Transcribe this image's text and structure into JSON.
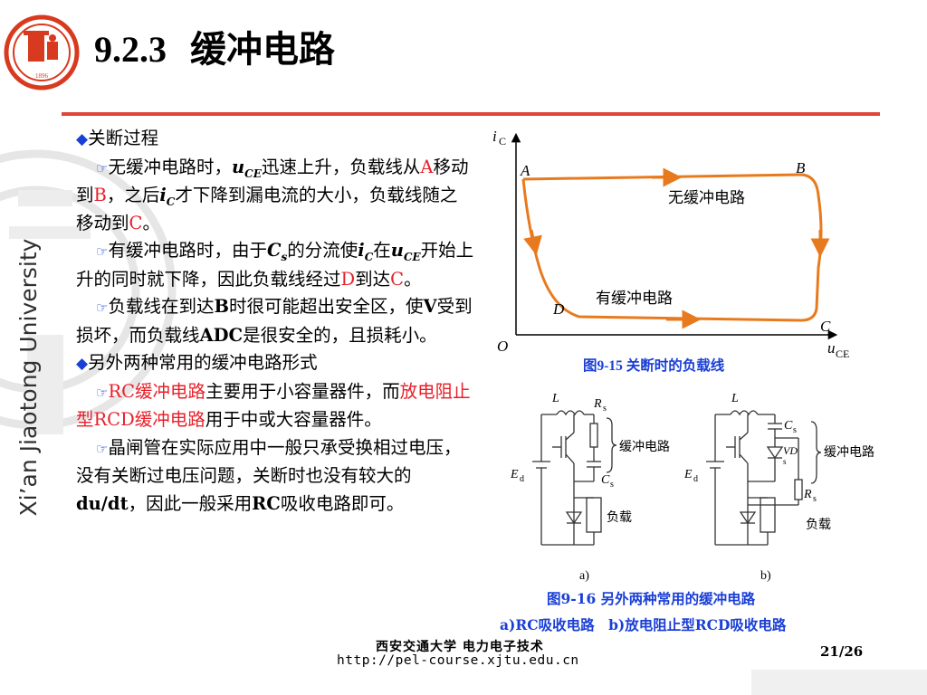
{
  "slide": {
    "title_num": "9.2.3",
    "title_text": "缓冲电路",
    "side_text": "Xi’an Jiaotong University",
    "logo_year": "1896",
    "page": "21/26",
    "footer_org": "西安交通大学 电力电子技术",
    "footer_url": "http://pel-course.xjtu.edu.cn"
  },
  "content": {
    "s1_title": "关断过程",
    "p1": {
      "a": "无缓冲电路时，",
      "b": "u",
      "c": "CE",
      "d": "迅速上升，负载线从",
      "e": "A",
      "f": "移动到",
      "g": "B",
      "h": "，之后",
      "i": "i",
      "j": "C",
      "k": "才下降到漏电流的大小，负载线随之移动到",
      "l": "C",
      "m": "。"
    },
    "p2": {
      "a": "有缓冲电路时，由于",
      "b": "C",
      "c": "s",
      "d": "的分流使",
      "e": "i",
      "f": "C",
      "g": "在",
      "h": "u",
      "i": "CE",
      "j": "开始上升的同时就下降，因此负载线经过",
      "k": "D",
      "l": "到达",
      "m": "C",
      "n": "。"
    },
    "p3": {
      "a": "负载线在到达",
      "b": "B",
      "c": "时很可能超出安全区，使",
      "d": "V",
      "e": "受到损坏，而负载线",
      "f": "ADC",
      "g": "是很安全的，且损耗小。"
    },
    "s2_title": "另外两种常用的缓冲电路形式",
    "p4": {
      "a": "RC缓冲电路",
      "b": "主要用于小容量器件，而",
      "c": "放电阻止型RCD缓冲电路",
      "d": "用于中或大容量器件。"
    },
    "p5": {
      "a": "晶闸管在实际应用中一般只承受换相过电压，没有关断过电压问题，关断时也没有较大的",
      "b": "du/dt",
      "c": "，因此一般采用",
      "d": "RC",
      "e": "吸收电路即可。"
    }
  },
  "fig1": {
    "y_axis": "i",
    "y_sub": "C",
    "x_axis": "u",
    "x_sub": "CE",
    "origin": "O",
    "A": "A",
    "B": "B",
    "C": "C",
    "D": "D",
    "no_snubber": "无缓冲电路",
    "with_snubber": "有缓冲电路",
    "caption": "图9-15 关断时的负载线",
    "colors": {
      "curve": "#e87a1e",
      "caption": "#1a3fd6"
    }
  },
  "fig2": {
    "L": "L",
    "Rs": "R",
    "Rs_sub": "s",
    "Cs": "C",
    "Cs_sub": "s",
    "Ed": "E",
    "Ed_sub": "d",
    "VDs": "VD",
    "VDs_sub": "s",
    "snubber": "缓冲电路",
    "load": "负载",
    "a": "a)",
    "b": "b)",
    "caption1": "图9-16 另外两种常用的缓冲电路",
    "caption2": "a)RC吸收电路　b)放电阻止型RCD吸收电路"
  }
}
